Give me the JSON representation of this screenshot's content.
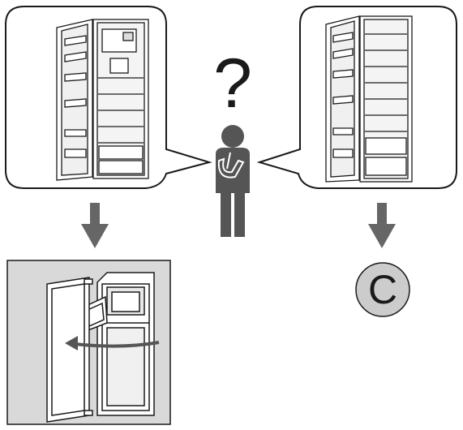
{
  "diagram": {
    "question_mark": "?",
    "result_badge_letter": "C",
    "colors": {
      "figure": "#555555",
      "arrow": "#666666",
      "panel_fill": "#d9d9d9",
      "badge_fill": "#cccccc",
      "line": "#1a1a1a"
    },
    "icons": [
      "fridge-with-freezer-compartment",
      "fridge-full-height",
      "thinking-person",
      "down-arrow",
      "door-reversal-illustration"
    ]
  }
}
